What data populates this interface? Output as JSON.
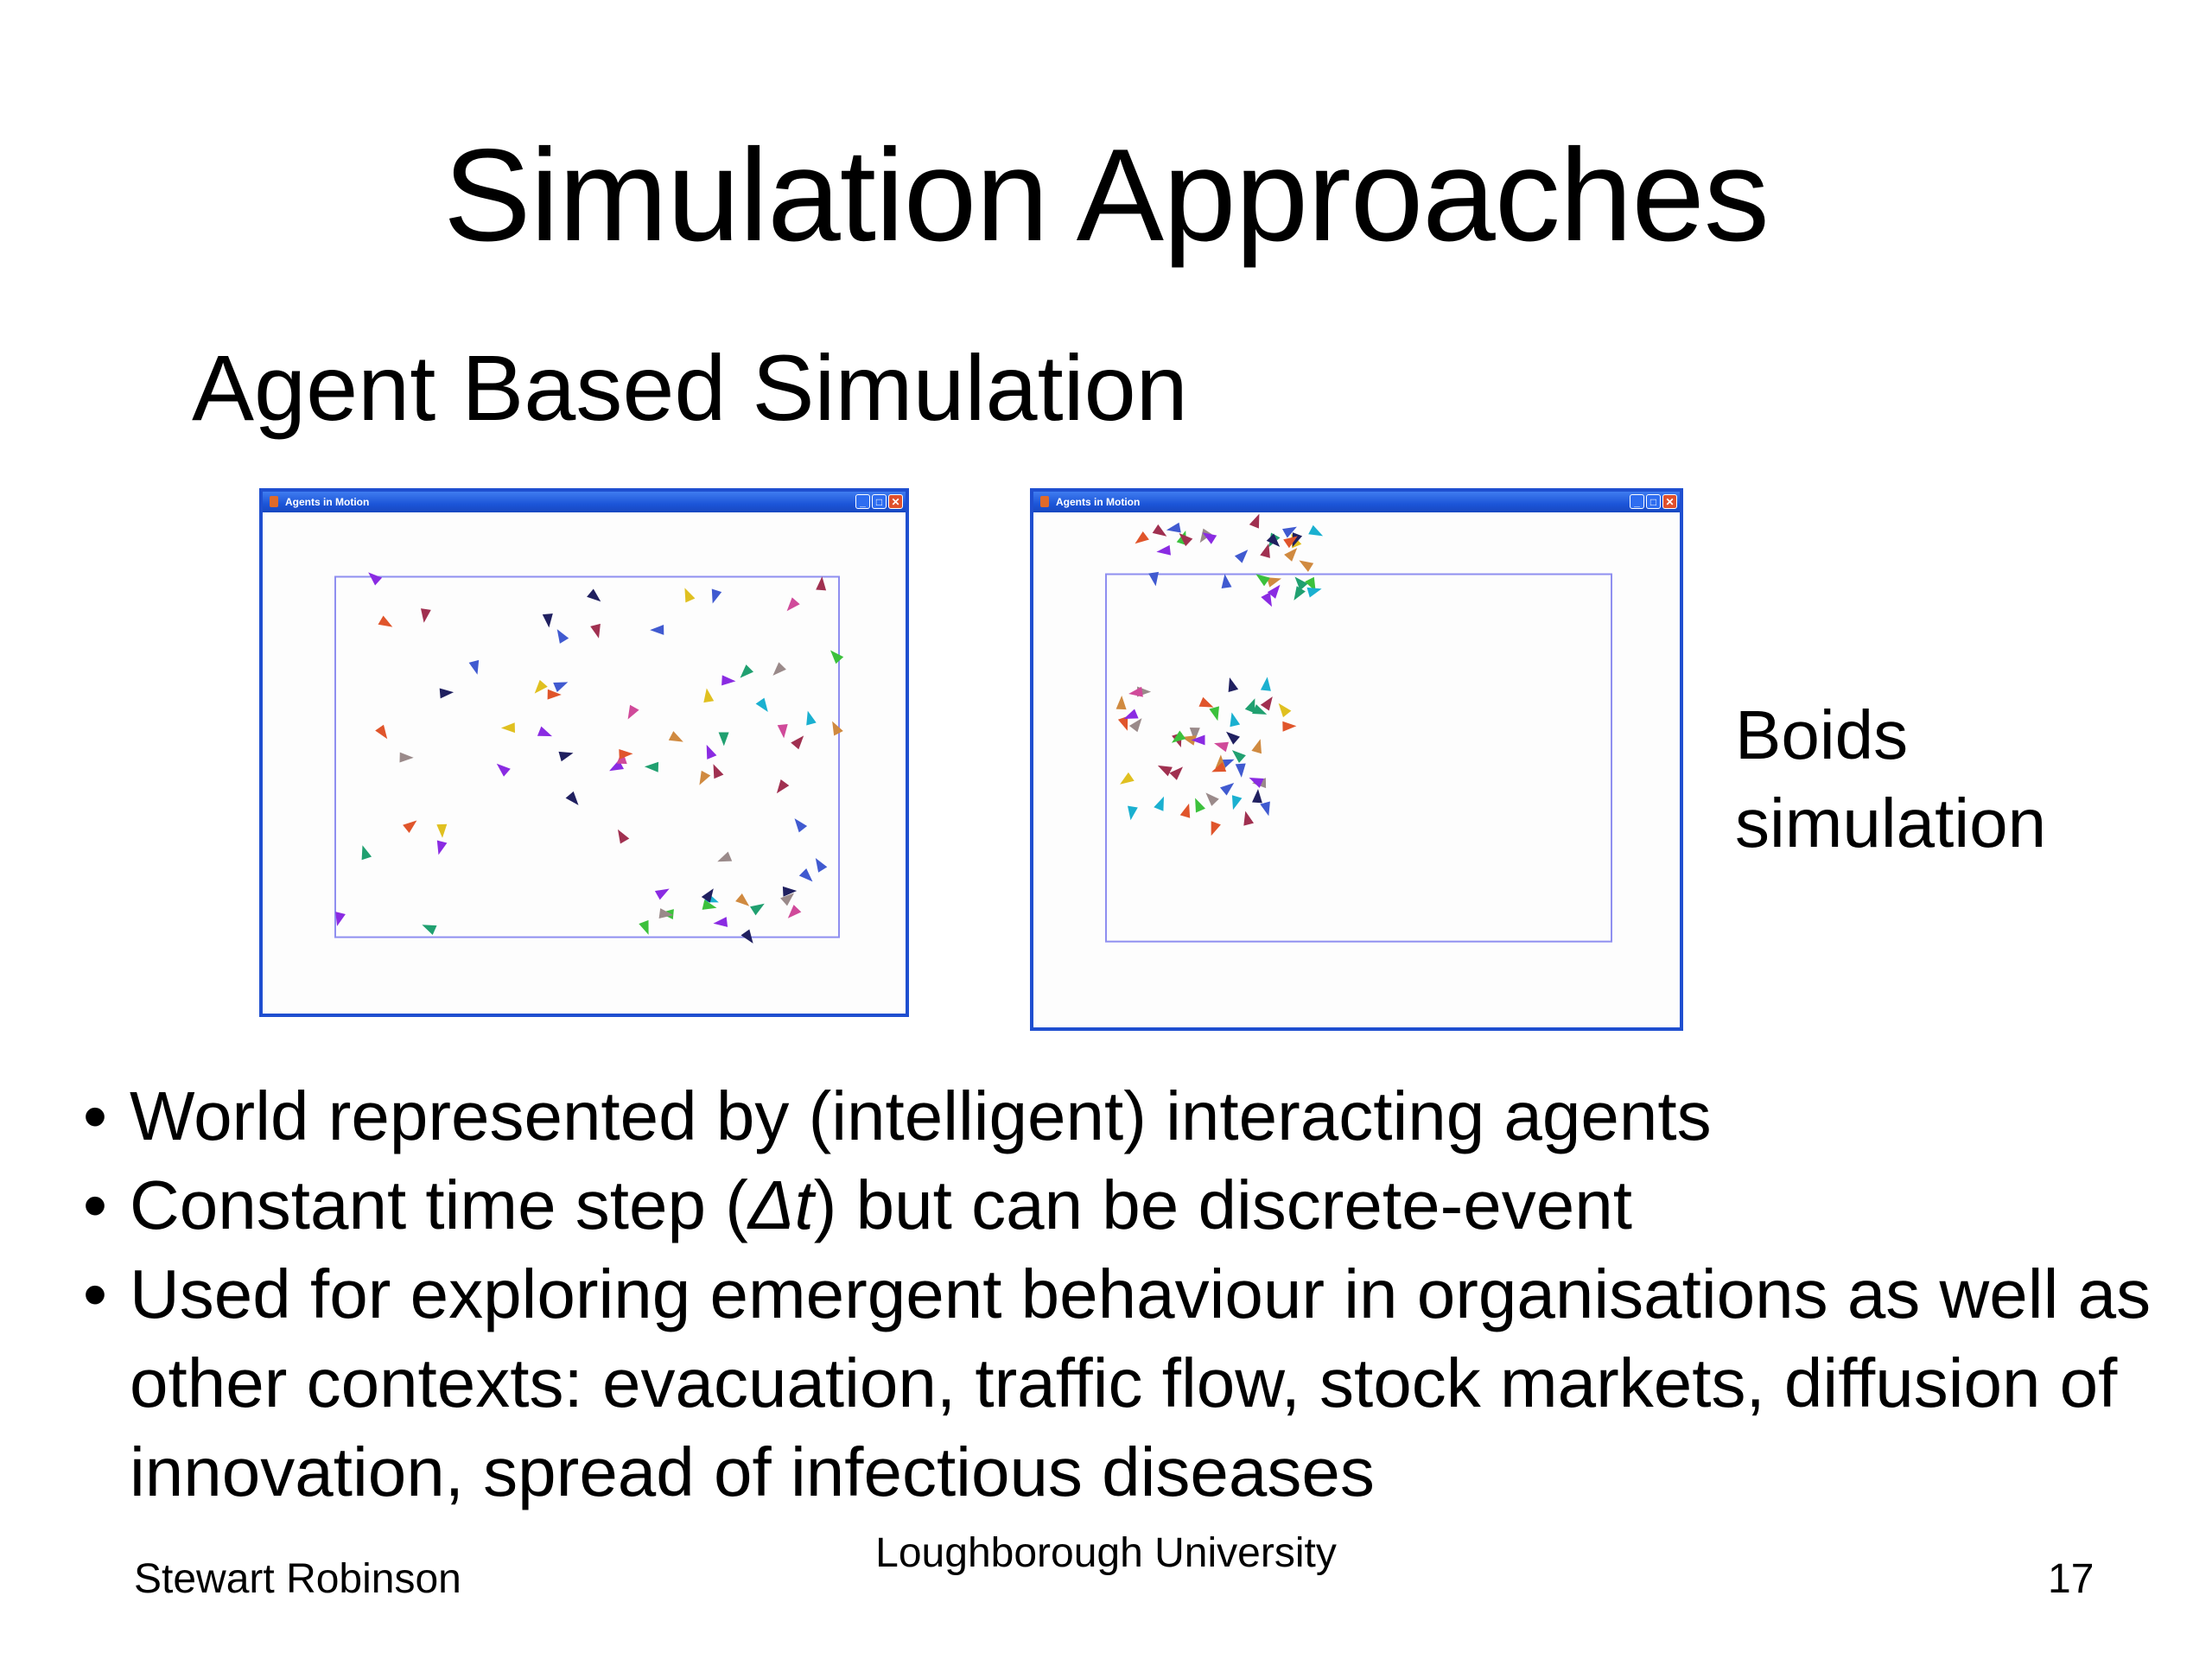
{
  "slide": {
    "title": "Simulation Approaches",
    "subtitle": "Agent Based Simulation",
    "side_label": "Boids\nsimulation"
  },
  "windows": [
    {
      "title": "Agents in Motion",
      "buttons": {
        "minimize": "_",
        "maximize": "□",
        "close": "✕"
      }
    },
    {
      "title": "Agents in Motion",
      "buttons": {
        "minimize": "_",
        "maximize": "□",
        "close": "✕"
      }
    }
  ],
  "colors": {
    "window_border": "#1f4fd0",
    "boundary": "#8f8ff0",
    "agent_palette": [
      "#e0552b",
      "#3cc13c",
      "#8a2be2",
      "#1ab0d0",
      "#d04a9a",
      "#e0c020",
      "#405ad0",
      "#a03050",
      "#20a070",
      "#d08a40",
      "#9a8a8a",
      "#202060"
    ]
  },
  "bullets": [
    {
      "pre": "World represented by (intelligent) interacting agents",
      "italic": "",
      "post": ""
    },
    {
      "pre": "Constant time step (",
      "italic": "Δt",
      "post": ") but can be discrete-event"
    },
    {
      "pre": "Used for exploring emergent behaviour in organisations as well as other contexts: evacuation, traffic flow, stock markets, diffusion of innovation, spread of infectious diseases",
      "italic": "",
      "post": ""
    }
  ],
  "footer": {
    "author": "Stewart Robinson",
    "institution": "Loughborough University",
    "page_number": "17"
  }
}
